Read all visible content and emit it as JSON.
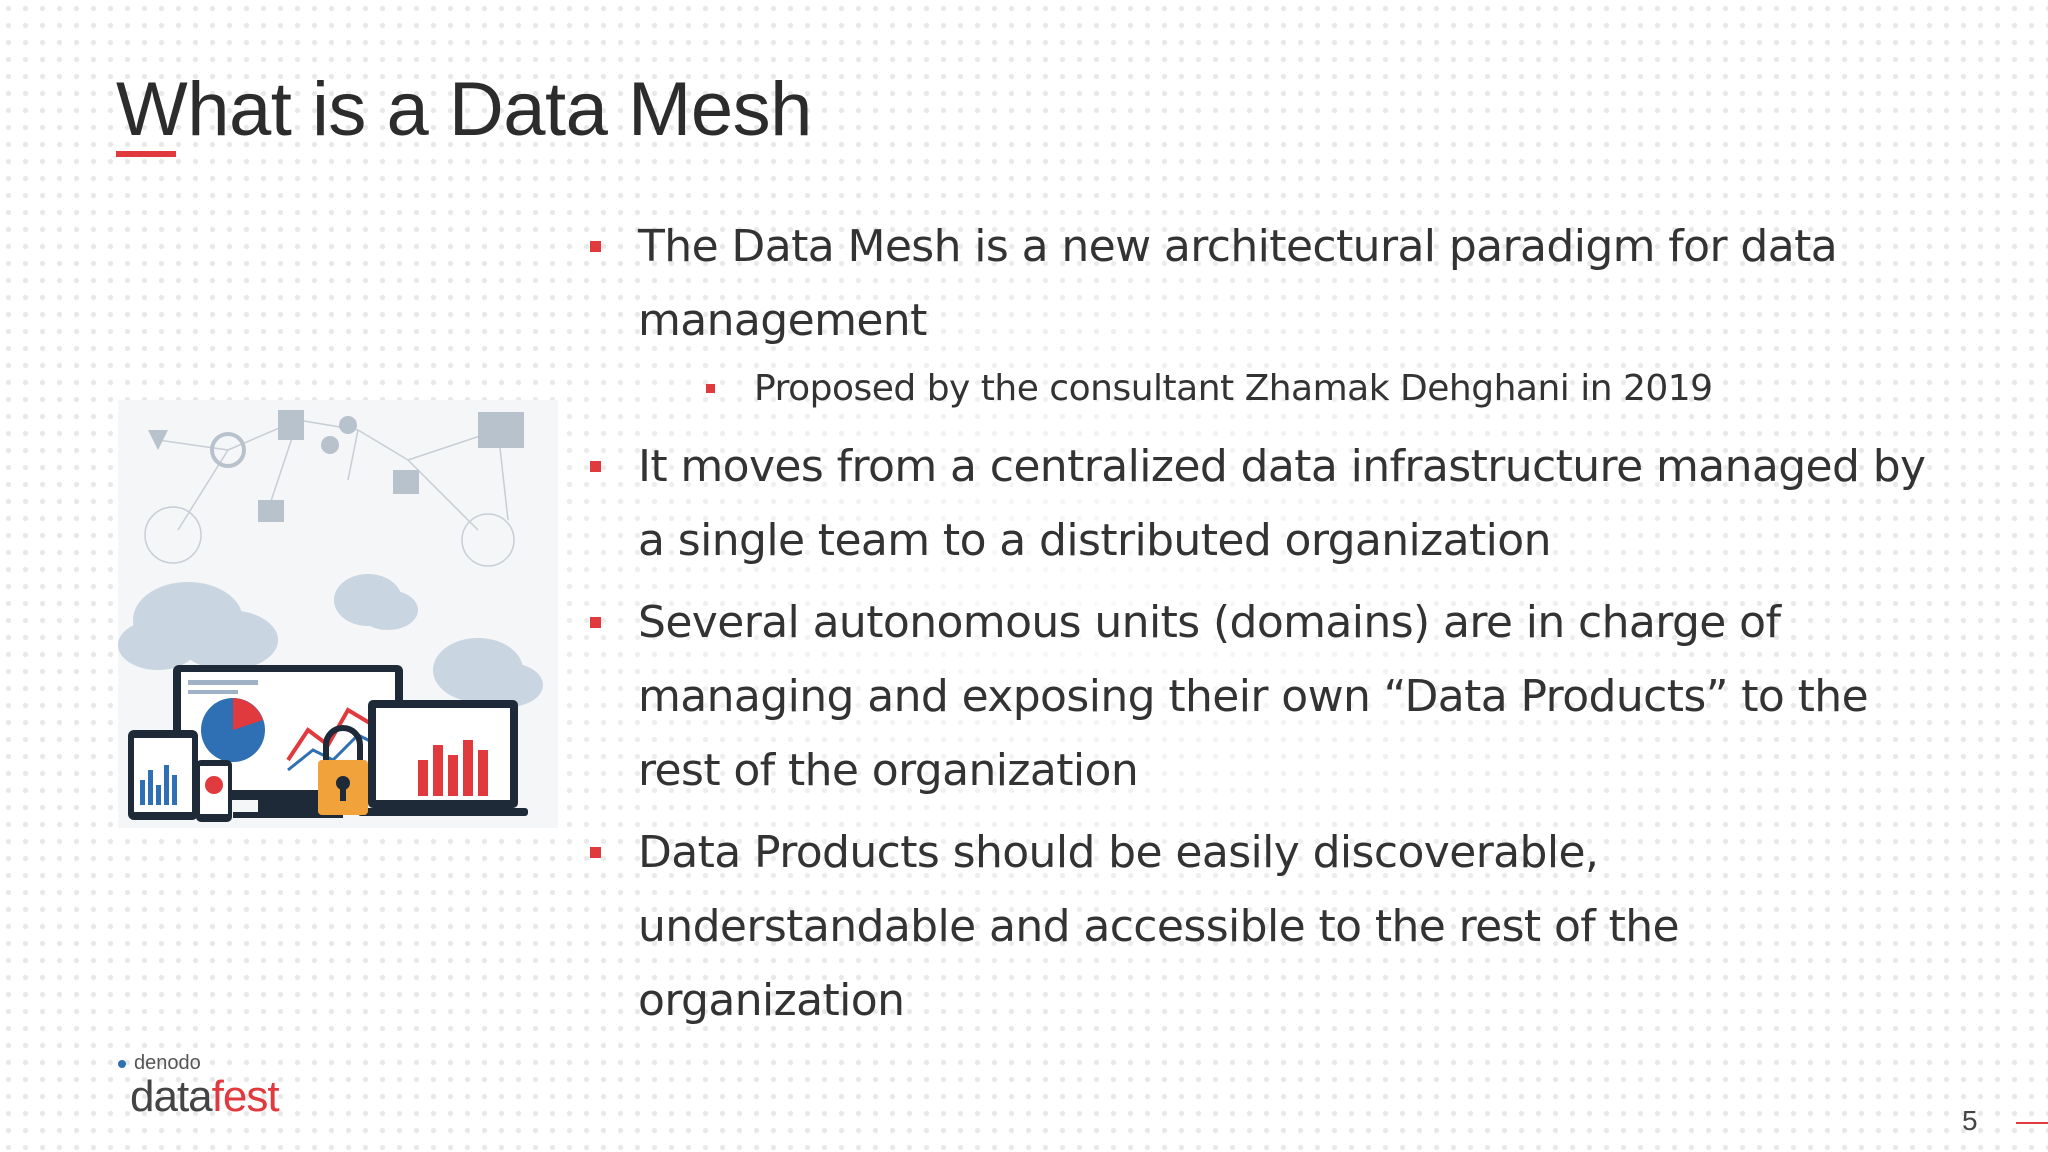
{
  "slide": {
    "title": "What is a Data Mesh",
    "page_number": "5",
    "accent_color": "#e03a3e",
    "text_color": "#333333"
  },
  "bullets": [
    {
      "level": 1,
      "text": "The Data Mesh is a new architectural paradigm for data management"
    },
    {
      "level": 2,
      "text": "Proposed by the consultant Zhamak Dehghani in 2019"
    },
    {
      "level": 1,
      "text": "It moves from a centralized data infrastructure managed by a single team to a distributed organization"
    },
    {
      "level": 1,
      "text": "Several autonomous units (domains) are in charge of managing and exposing their own “Data Products” to the rest of the organization"
    },
    {
      "level": 1,
      "text": "Data Products should be easily discoverable, understandable and accessible to the rest of the organization"
    }
  ],
  "logo": {
    "top_text": "denodo",
    "main_text_left": "data",
    "main_text_right": "fest"
  },
  "illustration": {
    "icon": "data-devices-cloud-network-illustration"
  }
}
